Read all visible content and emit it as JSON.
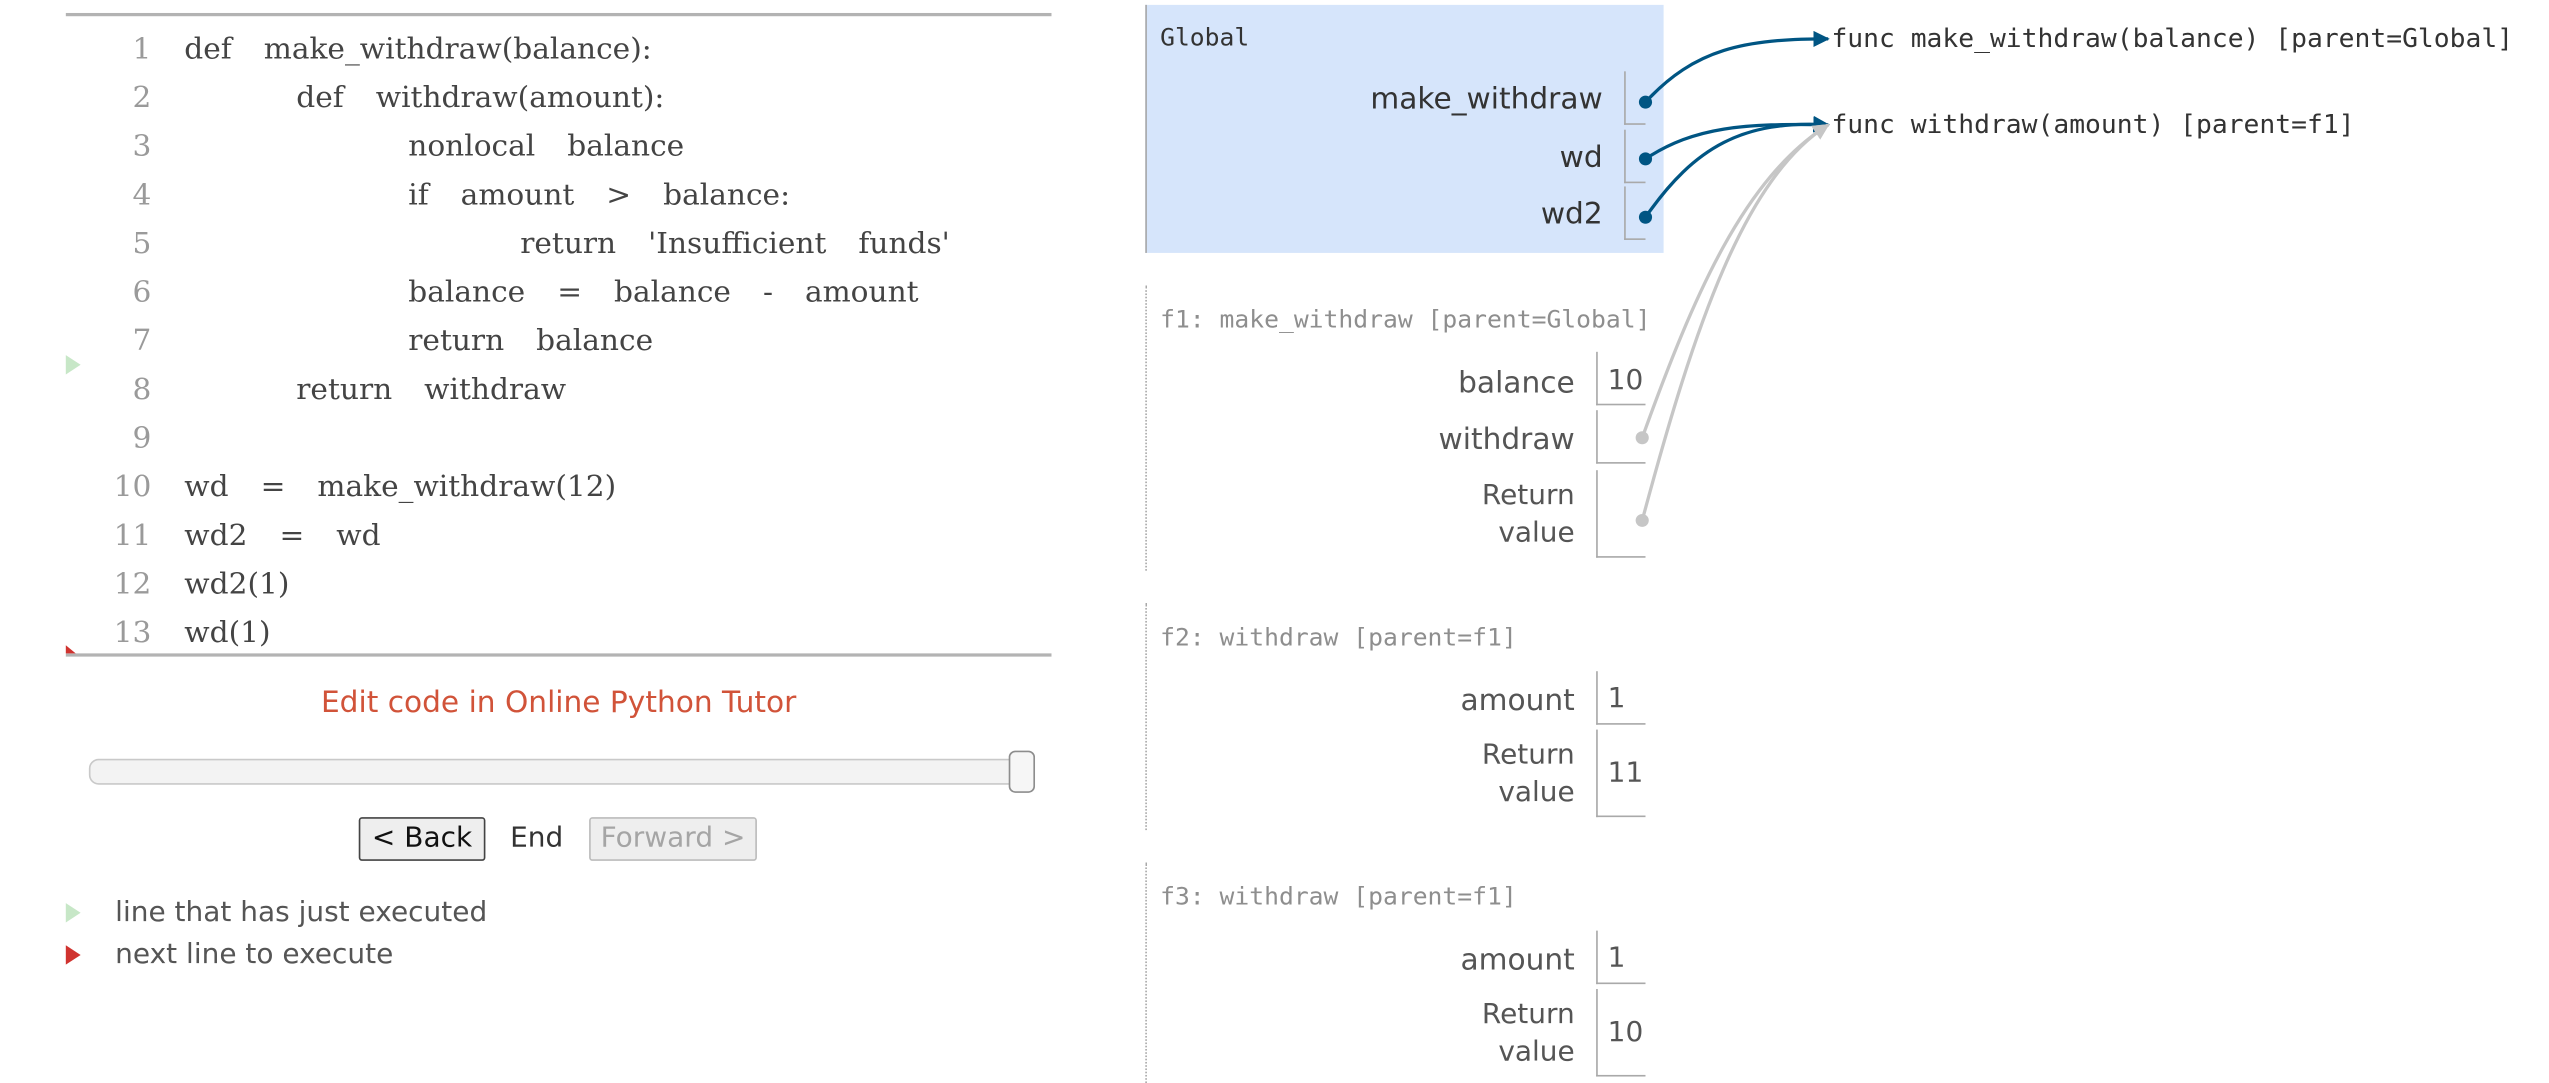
{
  "code": {
    "lines": [
      {
        "num": "1",
        "text": "def  make_withdraw(balance):"
      },
      {
        "num": "2",
        "text": "       def  withdraw(amount):"
      },
      {
        "num": "3",
        "text": "              nonlocal  balance"
      },
      {
        "num": "4",
        "text": "              if  amount  >  balance:"
      },
      {
        "num": "5",
        "text": "                     return  'Insufficient  funds'"
      },
      {
        "num": "6",
        "text": "              balance  =  balance  -  amount"
      },
      {
        "num": "7",
        "text": "              return  balance"
      },
      {
        "num": "8",
        "text": "       return  withdraw"
      },
      {
        "num": "9",
        "text": ""
      },
      {
        "num": "10",
        "text": "wd  =  make_withdraw(12)"
      },
      {
        "num": "11",
        "text": "wd2  =  wd"
      },
      {
        "num": "12",
        "text": "wd2(1)"
      },
      {
        "num": "13",
        "text": "wd(1)"
      }
    ]
  },
  "edit_link": "Edit code in Online Python Tutor",
  "controls": {
    "back_label": "< Back",
    "step_label": "End",
    "forward_label": "Forward >"
  },
  "legend": {
    "just_executed": "line that has just executed",
    "next_line": "next line to execute"
  },
  "frames": {
    "global": {
      "title": "Global",
      "vars": [
        {
          "name": "make_withdraw"
        },
        {
          "name": "wd"
        },
        {
          "name": "wd2"
        }
      ]
    },
    "f1": {
      "title": "f1: make_withdraw [parent=Global]",
      "balance_name": "balance",
      "balance_value": "10",
      "withdraw_name": "withdraw",
      "return_1": "Return",
      "return_2": "value"
    },
    "f2": {
      "title": "f2: withdraw [parent=f1]",
      "amount_name": "amount",
      "amount_value": "1",
      "return_1": "Return",
      "return_2": "value",
      "return_value": "11"
    },
    "f3": {
      "title": "f3: withdraw [parent=f1]",
      "amount_name": "amount",
      "amount_value": "1",
      "return_1": "Return",
      "return_2": "value",
      "return_value": "10"
    }
  },
  "objects": {
    "func1": "func make_withdraw(balance) [parent=Global]",
    "func2": "func withdraw(amount) [parent=f1]"
  },
  "colors": {
    "pointer_active": "#005583",
    "pointer_inactive": "#c6c6c6",
    "global_frame_bg": "#d6e5fb",
    "edit_link": "#d15339",
    "prev_line_arrow": "#c7e7c7",
    "next_line_arrow": "#d0332f"
  }
}
